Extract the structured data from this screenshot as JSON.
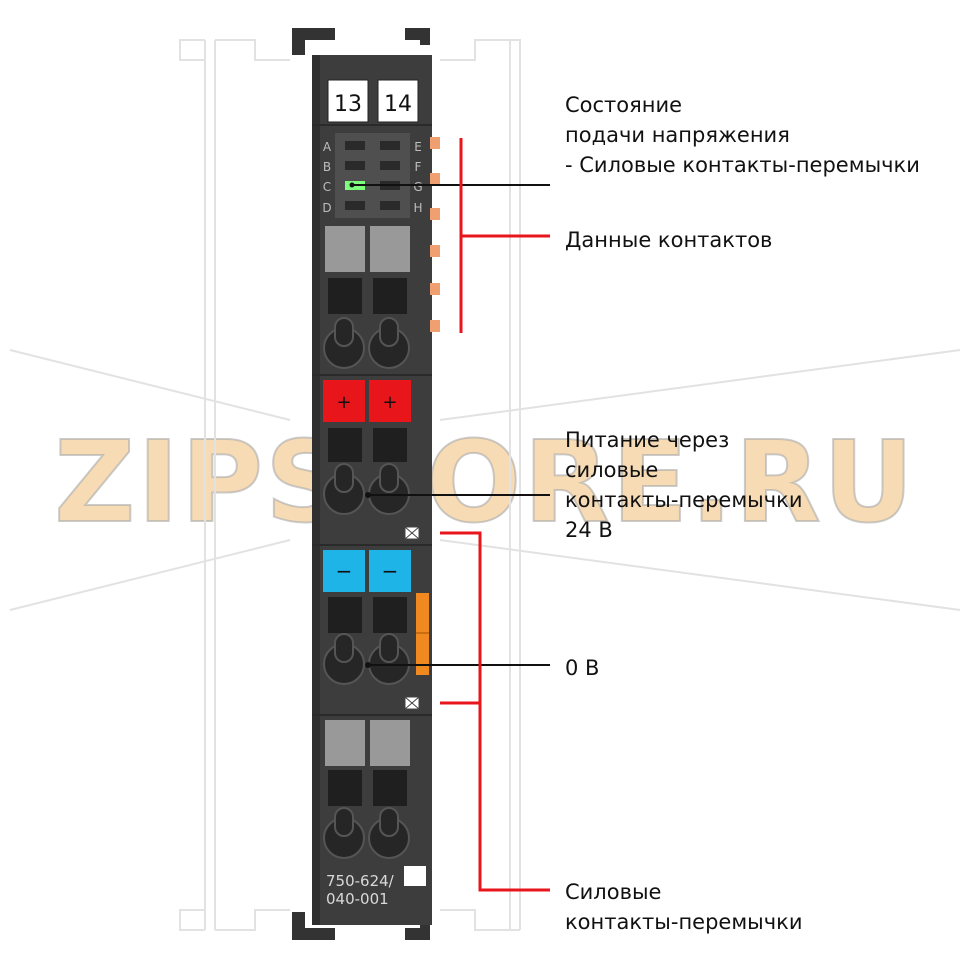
{
  "watermark": "ZIPSTORE.RU",
  "module": {
    "slot_left": "13",
    "slot_right": "14",
    "led_letters_left": [
      "A",
      "B",
      "C",
      "D"
    ],
    "led_letters_right": [
      "E",
      "F",
      "G",
      "H"
    ],
    "plus_symbol": "+",
    "minus_symbol": "−",
    "model_line1": "750-624/",
    "model_line2": "040-001"
  },
  "callouts": {
    "status": [
      "Состояние",
      "подачи напряжения",
      "- Силовые контакты-перемычки"
    ],
    "data_contacts": [
      "Данные контактов"
    ],
    "supply_24v": [
      "Питание через",
      "силовые",
      "контакты-перемычки",
      "24 В"
    ],
    "zero_v": [
      "0 В"
    ],
    "power_jumpers": [
      "Силовые",
      "контакты-перемычки"
    ]
  },
  "colors": {
    "module_body": "#3d3d3d",
    "plus_block": "#e8151b",
    "minus_block": "#1eb4e8",
    "led_green": "#7dff7d",
    "contact_orange": "#f0a070",
    "leader_red": "#e8151b"
  }
}
